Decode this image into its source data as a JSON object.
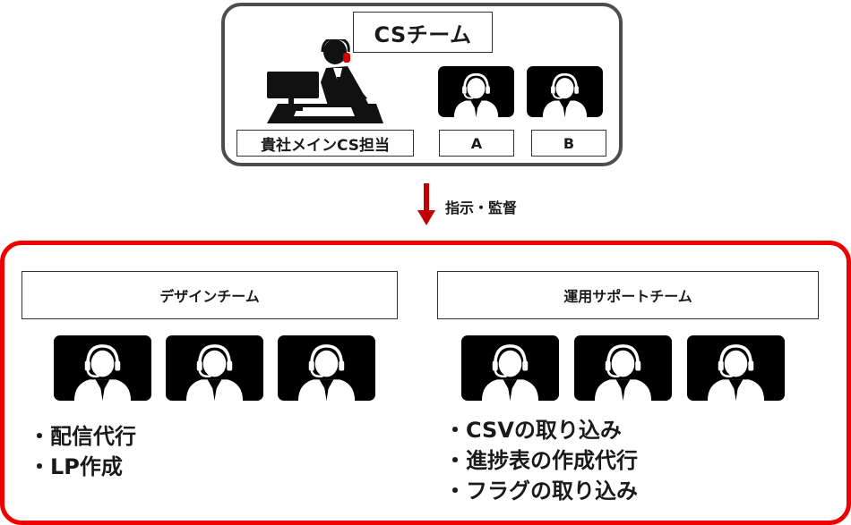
{
  "cs_team": {
    "title": "CSチーム",
    "main_label": "貴社メインCS担当",
    "members": [
      {
        "label": "A"
      },
      {
        "label": "B"
      }
    ]
  },
  "relation": {
    "label": "指示・監督",
    "arrow_color": "#c00000"
  },
  "subteam_border_color": "#ee0000",
  "teams": [
    {
      "title": "デザインチーム",
      "tasks": [
        "・配信代行",
        "・LP作成"
      ]
    },
    {
      "title": "運用サポートチーム",
      "tasks": [
        "・CSVの取り込み",
        "・進捗表の作成代行",
        "・フラグの取り込み"
      ]
    }
  ],
  "icons": {
    "operator": "operator-headset-icon",
    "desk": "desk-operator-icon"
  }
}
